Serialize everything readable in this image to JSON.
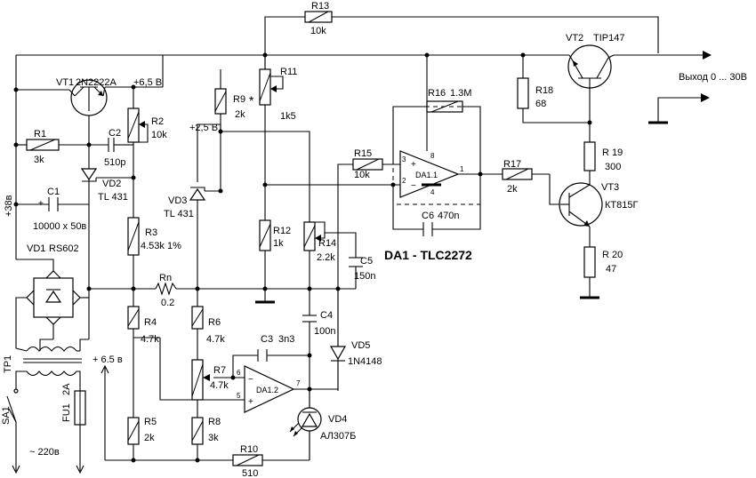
{
  "labels": {
    "r13": "R13",
    "r13v": "10k",
    "r11": "R11",
    "r11v": "1k5",
    "r9": "R9",
    "r9star": "*",
    "r9v": "2k",
    "r16": "R16",
    "r16v": "1.3M",
    "vt2": "VT2",
    "vt2t": "TIP147",
    "vyhod": "Выход  0 ... 30В",
    "vt1": "VT1",
    "vt1t": "2N2222A",
    "v65": "+6,5 В",
    "r2": "R2",
    "r2v": "10k",
    "r18": "R18",
    "r18v": "68",
    "v25": "+2,5 В",
    "r1": "R1",
    "r1v": "3k",
    "c2": "C2",
    "c2v": "510p",
    "r15": "R15",
    "r15v": "10k",
    "pin3": "3",
    "pin8": "8",
    "pin1": "1",
    "pin2": "2",
    "pin4": "4",
    "da11": "DA1.1",
    "r17": "R17",
    "r17v": "2k",
    "r19": "R 19",
    "r19v": "300",
    "vd2": "VD2",
    "vd2t": "TL 431",
    "c1": "C1",
    "c1v": "10000 х 50в",
    "v38": "+38в",
    "vd3": "VD3",
    "vd3t": "TL 431",
    "vt3": "VT3",
    "vt3t": "КТ815Г",
    "c6": "C6",
    "c6v": "470n",
    "r3": "R3",
    "r3v": "4.53k  1%",
    "r12": "R12",
    "r12v": "1k",
    "r14": "R14",
    "r14v": "2.2k",
    "vd1": "VD1",
    "vd1t": "RS602",
    "da1": "DA1  -  TLC2272",
    "r20": "R 20",
    "r20v": "47",
    "c5": "C5",
    "c5v": "150n",
    "rn": "Rn",
    "rnv": "0.2",
    "r4": "R4",
    "r4v": "4.7k",
    "r6": "R6",
    "r6v": "4.7k",
    "c4": "C4",
    "c4v": "100n",
    "c3": "C3",
    "c3v": "3n3",
    "vd5": "VD5",
    "vd5t": "1N4148",
    "tr1": "TP1",
    "v65b": "+ 6.5 в",
    "r7": "R7",
    "r7v": "4.7k",
    "pin6": "6",
    "pin5": "5",
    "pin7": "7",
    "da12": "DA1.2",
    "sa1": "SA1",
    "fu1": "FU1",
    "fu1v": "2A",
    "vd4": "VD4",
    "vd4t": "АЛ307Б",
    "r5": "R5",
    "r5v": "2k",
    "r8": "R8",
    "r8v": "3k",
    "r10": "R10",
    "r10v": "510",
    "mains": "~ 220в",
    "plus1": "+",
    "minus1": "−",
    "plus2": "+",
    "minus2": "−",
    "plusc1": "+"
  }
}
